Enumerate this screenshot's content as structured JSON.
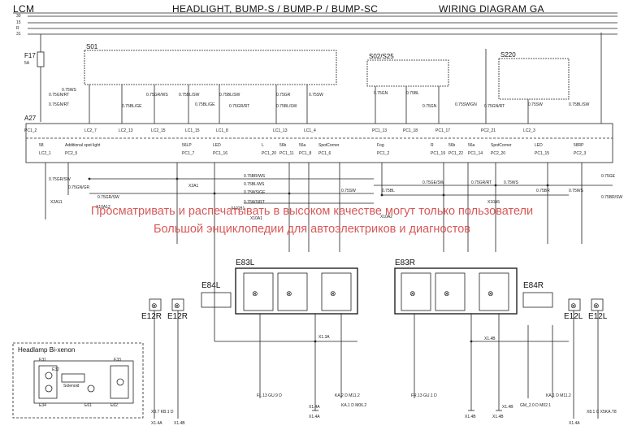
{
  "header": {
    "module": "LCM",
    "title": "HEADLIGHT, BUMP-S / BUMP-P / BUMP-SC",
    "subtitle": "WIRING DIAGRAM GA"
  },
  "rails": [
    "30",
    "15",
    "R",
    "31"
  ],
  "fuse": {
    "id": "F17",
    "value": "5A"
  },
  "modules": {
    "s01": "S01",
    "s02": "S02/S25",
    "s220": "S220",
    "a27": "A27",
    "e83l": "E83L",
    "e83r": "E83R",
    "e84l": "E84L",
    "e84r": "E84R",
    "e12r_a": "E12R",
    "e12r_b": "E12R",
    "e12l_a": "E12L",
    "e12l_b": "E12L"
  },
  "a27_pins": [
    "PC1_2",
    "LC2_7",
    "LC2_13",
    "LC2_15",
    "LC1_15",
    "LC1_8",
    "LC1_13",
    "LC1_4",
    "PC1_13",
    "PC1_18",
    "PC1_17",
    "PC2_21",
    "LC2_3"
  ],
  "a27_functions": [
    {
      "name": "58",
      "pin": "LC2_1"
    },
    {
      "name": "Additional spot light",
      "pin": "PC2_5"
    },
    {
      "name": "56LP",
      "pin": "PC1_7"
    },
    {
      "name": "LED",
      "pin": "PC1_16"
    },
    {
      "name": "L",
      "pin": "PC1_20"
    },
    {
      "name": "56b",
      "pin": "PC1_11"
    },
    {
      "name": "56a",
      "pin": "PC1_8"
    },
    {
      "name": "SpotCorner",
      "pin": "PC1_6"
    },
    {
      "name": "Fog",
      "pin": "PC1_2"
    },
    {
      "name": "R",
      "pin": "PC1_19"
    },
    {
      "name": "56b",
      "pin": "PC1_22"
    },
    {
      "name": "56a",
      "pin": "PC1_14"
    },
    {
      "name": "SpotCorner",
      "pin": "PC2_20"
    },
    {
      "name": "LED",
      "pin": "PC1_15"
    },
    {
      "name": "58RP",
      "pin": "PC2_3"
    }
  ],
  "wire_labels": [
    "0.75GN/RT",
    "0.75GN/RT",
    "0.75WS",
    "0.75BL/GE",
    "0.75GR/WS",
    "0.75BL/SW",
    "0.75BL/GE",
    "0.75BL/SW",
    "0.75GR/RT",
    "0.75GR",
    "0.75SW",
    "0.75BL/SW",
    "0.75GN",
    "0.75BL",
    "0.75GN",
    "0.75SW/GN",
    "0.75GN/RT",
    "0.75SW",
    "0.75BL/SW",
    "0.75GR/SW",
    "0.75GN/GR",
    "0.75GR/SW",
    "0.75BR/WS",
    "0.75BL/WS",
    "0.75WS/GE",
    "0.75WS/RT",
    "0.75SW",
    "0.75BL",
    "0.75GE/SW",
    "0.75GR/RT",
    "0.75WS",
    "0.75BR",
    "0.75WS",
    "0.75GE",
    "0.75BR/SW"
  ],
  "connectors": [
    "X2A1",
    "X10A1",
    "X2A11",
    "X10281",
    "X10A2",
    "X10A12",
    "X10A5",
    "X1.3A",
    "X1.4B",
    "X1.4B",
    "X1.4A"
  ],
  "grounds": [
    "X1.4A",
    "X1.4B",
    "X1.4B",
    "X1.4A",
    "X1.4B",
    "X1.4A"
  ],
  "bottom_labels": [
    "FL.13 GU.9 D",
    "KA.2 D M11.2",
    "FR.13 GU.1 D",
    "GM_2.0 D M02.1",
    "KA.1 D M11.2",
    "KA.1 D M06.2",
    "X8.7 KB.1 D",
    "X8.1 C X5KA.T8"
  ],
  "inset": {
    "title": "Headlamp Bi-xenon",
    "labels": [
      "E31",
      "E32",
      "E33",
      "E34",
      "Solenoid",
      "E61",
      "E62"
    ]
  },
  "watermark": {
    "line1": "Просматривать и распечатывать в высоком качестве могут только пользователи",
    "line2": "Большой энциклопедии для автоэлектриков и диагностов"
  }
}
